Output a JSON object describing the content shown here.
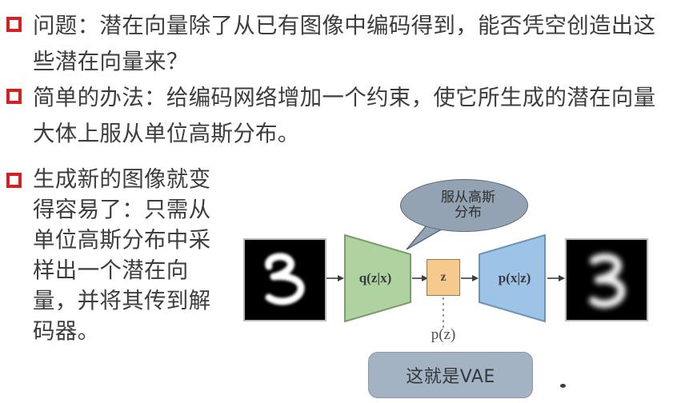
{
  "slide": {
    "bullets": [
      {
        "marker": "square-bullet",
        "text": "问题：潜在向量除了从已有图像中编码得到，能否凭空创造出这些潜在向量来？"
      },
      {
        "marker": "square-bullet",
        "text": "简单的办法：给编码网络增加一个约束，使它所生成的潜在向量大体上服从单位高斯分布。"
      },
      {
        "marker": "square-bullet",
        "text": "生成新的图像就变得容易了：只需从单位高斯分布中采样出一个潜在向量，并将其传到解码器。"
      }
    ]
  },
  "diagram": {
    "input_image_alt": "handwritten-digit-three",
    "output_image_alt": "reconstructed-blurry-digit-three",
    "encoder_label": "q(z|x)",
    "latent_label": "z",
    "decoder_label": "p(x|z)",
    "prior_label": "p(z)",
    "callout_line_1": "服从高斯",
    "callout_line_2": "分布",
    "banner_label": "这就是VAE"
  },
  "colors": {
    "bullet_marker": "#d81f1f",
    "encoder_fill": "#aed2a0",
    "encoder_stroke": "#7b9c6e",
    "latent_fill": "#f6c98d",
    "latent_stroke": "#9a7a52",
    "decoder_fill": "#9dc3e6",
    "decoder_stroke": "#6d93b5",
    "callout_fill": "#94a3b4",
    "banner_fill": "#a4b3c4",
    "text": "#3d3d3d"
  }
}
